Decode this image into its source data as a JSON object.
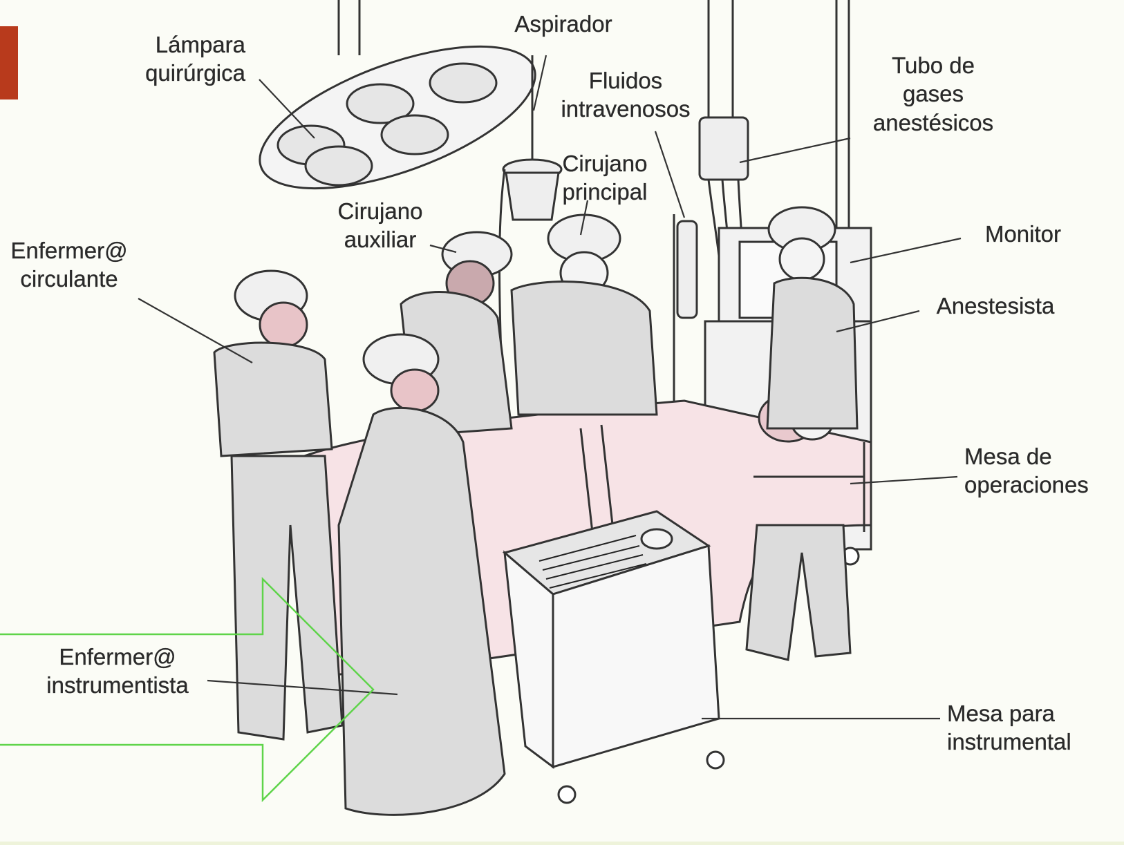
{
  "labels": {
    "lampara": [
      "Lámpara",
      "quirúrgica"
    ],
    "aspirador": [
      "Aspirador"
    ],
    "fluidos": [
      "Fluidos",
      "intravenosos"
    ],
    "tubo": [
      "Tubo de",
      "gases",
      "anestésicos"
    ],
    "cirujano_principal": [
      "Cirujano",
      "principal"
    ],
    "cirujano_auxiliar": [
      "Cirujano",
      "auxiliar"
    ],
    "enfermera_circulante": [
      "Enfermer@",
      "circulante"
    ],
    "monitor": [
      "Monitor"
    ],
    "anestesista": [
      "Anestesista"
    ],
    "mesa_operaciones": [
      "Mesa de",
      "operaciones"
    ],
    "enfermera_instrumentista": [
      "Enfermer@",
      "instrumentista"
    ],
    "mesa_instrumental": [
      "Mesa para",
      "instrumental"
    ]
  },
  "colors": {
    "background": "#eef3da",
    "accent_bar": "#b83a1c",
    "arrow_outline": "#5fd44a",
    "drape": "#f7e3e6",
    "gown": "#dcdcdc",
    "ink": "#2a2a2a"
  }
}
